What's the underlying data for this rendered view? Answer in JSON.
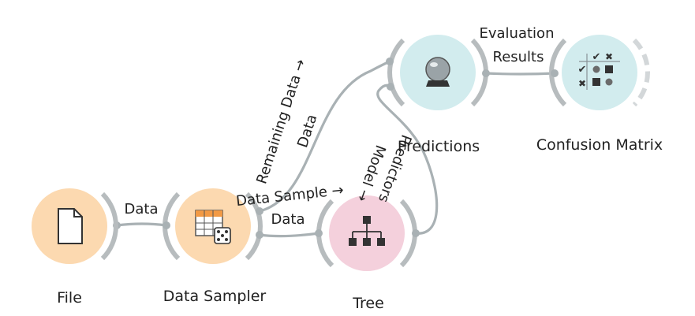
{
  "nodes": {
    "file": {
      "label": "File",
      "color": "#fcd9b0"
    },
    "data_sampler": {
      "label": "Data Sampler",
      "color": "#fcd9b0"
    },
    "tree": {
      "label": "Tree",
      "color": "#f4d0dc"
    },
    "predictions": {
      "label": "Predictions",
      "color": "#d2ecee"
    },
    "confusion_matrix": {
      "label": "Confusion Matrix",
      "color": "#d2ecee"
    }
  },
  "links": {
    "file_to_sampler": "Data",
    "sampler_to_tree_1": "Data Sample →",
    "sampler_to_tree_2": "Data",
    "sampler_to_predictions_1": "Remaining Data →",
    "sampler_to_predictions_2": "Data",
    "tree_to_predictions_1": "Model →",
    "tree_to_predictions_2": "Predictors",
    "predictions_to_cm_1": "Evaluation",
    "predictions_to_cm_2": "Results"
  },
  "icons": {
    "file": "document-icon",
    "data_sampler": "table-dice-icon",
    "tree": "hierarchy-icon",
    "predictions": "crystal-ball-icon",
    "confusion_matrix": "confusion-grid-icon"
  }
}
